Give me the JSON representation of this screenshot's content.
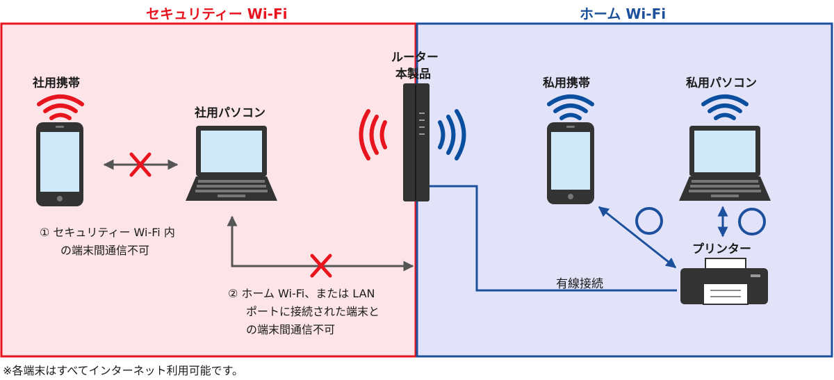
{
  "zones": {
    "security_title": "セキュリティー Wi-Fi",
    "home_title": "ホーム Wi-Fi"
  },
  "colors": {
    "security_border": "#e8141e",
    "security_fill": "#fce4e8",
    "home_border": "#1c4f9c",
    "home_fill": "#e2e2f8",
    "red_signal": "#e8141e",
    "blue_signal": "#0a4ea0"
  },
  "devices": {
    "company_phone": "社用携帯",
    "company_pc": "社用パソコン",
    "router_line1": "ルーター",
    "router_line2": "本製品",
    "private_phone": "私用携帯",
    "private_pc": "私用パソコン",
    "printer": "プリンター"
  },
  "connections": {
    "wired": "有線接続"
  },
  "notes": {
    "note1_line1": "① セキュリティー Wi-Fi 内",
    "note1_line2": "の端末間通信不可",
    "note2_line1": "② ホーム Wi-Fi、または LAN",
    "note2_line2": "ポートに接続された端末と",
    "note2_line3": "の端末間通信不可"
  },
  "footnote": "※各端末はすべてインターネット利用可能です。"
}
